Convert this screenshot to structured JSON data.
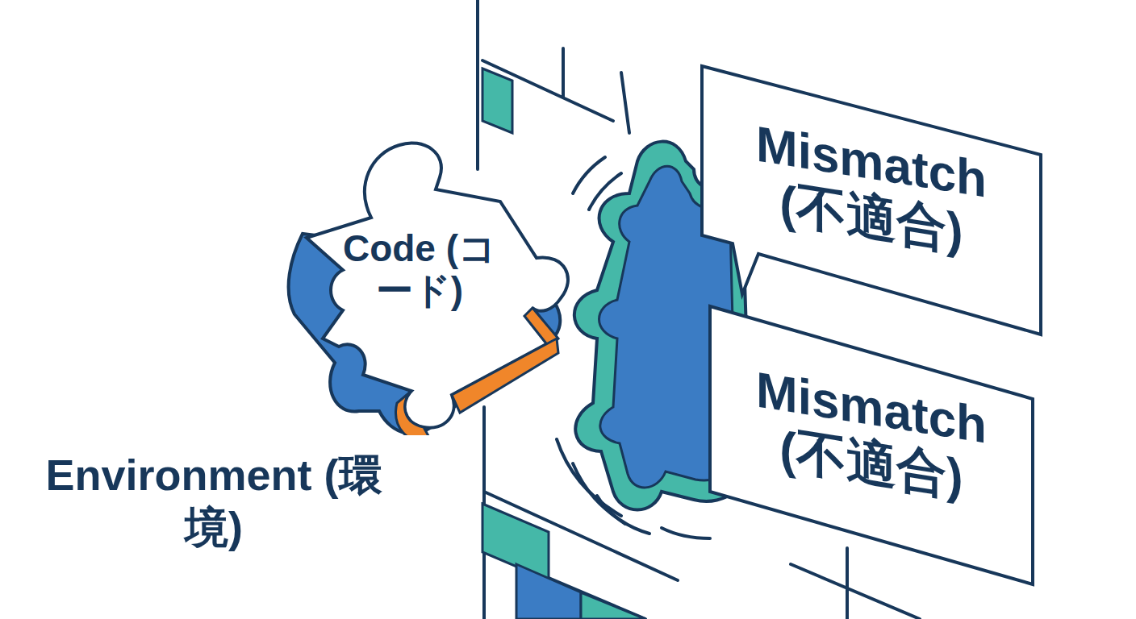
{
  "diagram": {
    "nodes": [
      {
        "text": [
          "Code (コード)"
        ]
      },
      {
        "text": [
          "Mismatch (不適合)"
        ]
      },
      {
        "text": [
          "Mismatch (不適合)"
        ]
      }
    ],
    "labels": [
      "Environment (環境)"
    ]
  }
}
